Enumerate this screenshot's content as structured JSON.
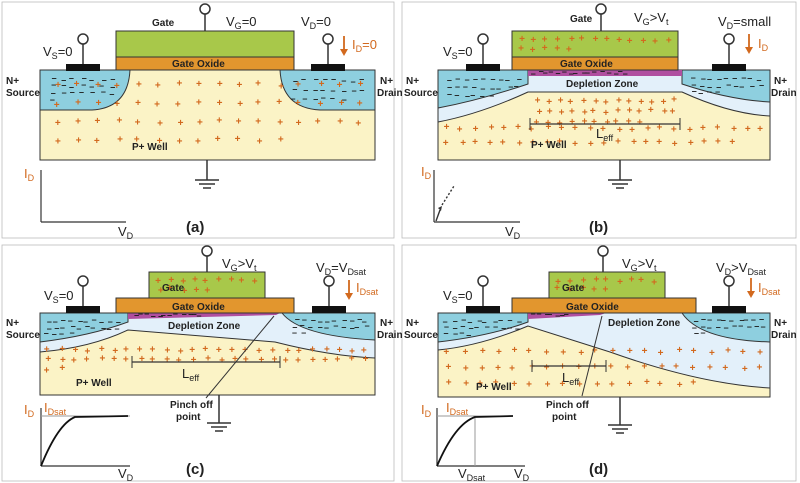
{
  "colors": {
    "gate": "#a8c84a",
    "oxide": "#e2962e",
    "n_region": "#8ecfdf",
    "depletion": "#e3f0fa",
    "well": "#fbf3c6",
    "inversion": "#b04fa0",
    "accent": "#d2691e",
    "contact": "#111111"
  },
  "panels": [
    {
      "caption": "(a)",
      "gate_label": "Gate",
      "vg": "V",
      "vg_sub": "G",
      "vg_rest": "=0",
      "vd": "V",
      "vd_sub": "D",
      "vd_rest": "=0",
      "vs": "V",
      "vs_sub": "S",
      "vs_rest": "=0",
      "id": "I",
      "id_sub": "D",
      "id_rest": "=0",
      "oxide": "Gate Oxide",
      "source": [
        "N+",
        "Source"
      ],
      "drain": [
        "N+",
        "Drain"
      ],
      "well": "P+ Well",
      "y_axis": "I",
      "y_axis_sub": "D",
      "x_axis": "V",
      "x_axis_sub": "D"
    },
    {
      "caption": "(b)",
      "gate_label": "Gate",
      "vg": "V",
      "vg_sub": "G",
      "vg_rest": ">V",
      "vg_sub2": "t",
      "vd": "V",
      "vd_sub": "D",
      "vd_rest": "=small",
      "vs": "V",
      "vs_sub": "S",
      "vs_rest": "=0",
      "id": "I",
      "id_sub": "D",
      "oxide": "Gate Oxide",
      "depletion": "Depletion Zone",
      "leff": "L",
      "leff_sub": "eff",
      "source": [
        "N+",
        "Source"
      ],
      "drain": [
        "N+",
        "Drain"
      ],
      "well": "P+ Well",
      "y_axis": "I",
      "y_axis_sub": "D",
      "x_axis": "V",
      "x_axis_sub": "D"
    },
    {
      "caption": "(c)",
      "gate_label": "Gate",
      "vg": "V",
      "vg_sub": "G",
      "vg_rest": ">V",
      "vg_sub2": "t",
      "vd": "V",
      "vd_sub": "D",
      "vd_rest": "=V",
      "vd_sub2": "Dsat",
      "vs": "V",
      "vs_sub": "S",
      "vs_rest": "=0",
      "id": "I",
      "id_sub": "Dsat",
      "oxide": "Gate Oxide",
      "depletion": "Depletion Zone",
      "leff": "L",
      "leff_sub": "eff",
      "pinch": [
        "Pinch off",
        "point"
      ],
      "source": [
        "N+",
        "Source"
      ],
      "drain": [
        "N+",
        "Drain"
      ],
      "well": "P+ Well",
      "y_axis": "I",
      "y_axis_sub": "D",
      "sat": "I",
      "sat_sub": "Dsat",
      "x_axis": "V",
      "x_axis_sub": "D"
    },
    {
      "caption": "(d)",
      "gate_label": "Gate",
      "vg": "V",
      "vg_sub": "G",
      "vg_rest": ">V",
      "vg_sub2": "t",
      "vd": "V",
      "vd_sub": "D",
      "vd_rest": ">V",
      "vd_sub2": "Dsat",
      "vs": "V",
      "vs_sub": "S",
      "vs_rest": "=0",
      "id": "I",
      "id_sub": "Dsat",
      "oxide": "Gate Oxide",
      "depletion": "Depletion Zone",
      "leff": "L",
      "leff_sub": "eff",
      "pinch": [
        "Pinch off",
        "point"
      ],
      "source": [
        "N+",
        "Source"
      ],
      "drain": [
        "N+",
        "Drain"
      ],
      "well": "P+ Well",
      "y_axis": "I",
      "y_axis_sub": "D",
      "sat": "I",
      "sat_sub": "Dsat",
      "x_axis": "V",
      "x_axis_sub": "D",
      "x_mark": "V",
      "x_mark_sub": "Dsat"
    }
  ]
}
